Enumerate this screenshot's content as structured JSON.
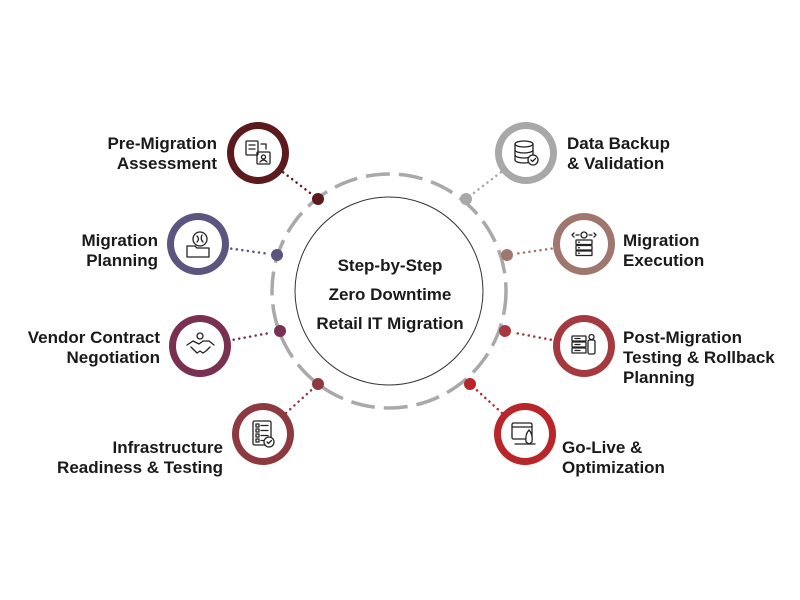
{
  "center": {
    "lines": [
      "Step-by-Step",
      "Zero Downtime",
      "Retail IT Migration"
    ]
  },
  "steps": [
    {
      "lines": [
        "Pre-Migration",
        "Assessment"
      ],
      "color": "#5c1a1e",
      "icon": "document-transfer-icon"
    },
    {
      "lines": [
        "Migration",
        "Planning"
      ],
      "color": "#5b5580",
      "icon": "brain-folder-icon"
    },
    {
      "lines": [
        "Vendor Contract",
        "Negotiation"
      ],
      "color": "#7a3050",
      "icon": "handshake-icon"
    },
    {
      "lines": [
        "Infrastructure",
        "Readiness & Testing"
      ],
      "color": "#8c3a3f",
      "icon": "checklist-icon"
    },
    {
      "lines": [
        "Data Backup",
        "& Validation"
      ],
      "color": "#a8a8a8",
      "icon": "database-check-icon"
    },
    {
      "lines": [
        "Migration",
        "Execution"
      ],
      "color": "#a0776e",
      "icon": "server-settings-icon"
    },
    {
      "lines": [
        "Post-Migration",
        "Testing & Rollback",
        "Planning"
      ],
      "color": "#a43a40",
      "icon": "server-test-icon"
    },
    {
      "lines": [
        "Go-Live &",
        "Optimization"
      ],
      "color": "#b8262a",
      "icon": "rocket-launch-icon"
    }
  ]
}
